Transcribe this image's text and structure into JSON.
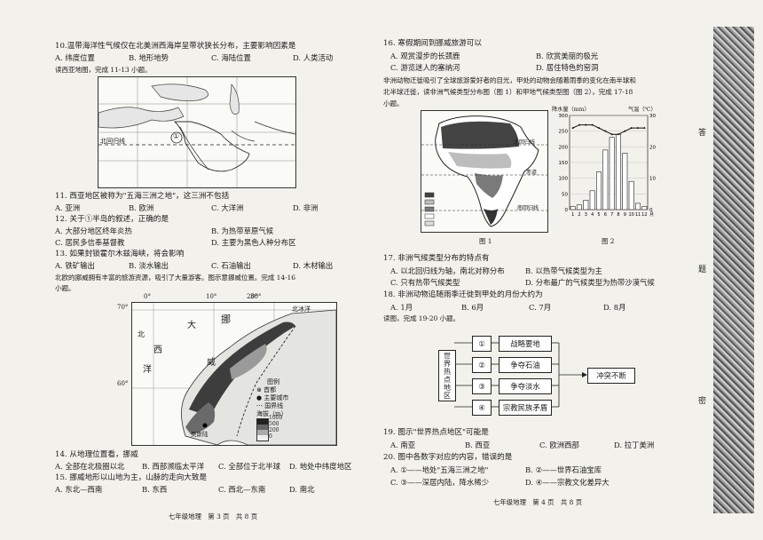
{
  "left": {
    "q10": {
      "stem": "10.温带海洋性气候仅在北美洲西海岸呈带状狭长分布，主要影响因素是",
      "options": [
        "A. 纬度位置",
        "B. 地形地势",
        "C. 海陆位置",
        "D. 人类活动"
      ]
    },
    "intro_11_13": "读西亚地图，完成 11-13 小题。",
    "map1": {
      "tropic_label": "北回归线",
      "marker": "①"
    },
    "q11": {
      "stem": "11. 西亚地区被称为\"五海三洲之地\"，这三洲不包括",
      "options": [
        "A. 亚洲",
        "B. 欧洲",
        "C. 大洋洲",
        "D. 非洲"
      ]
    },
    "q12": {
      "stem": "12. 关于①半岛的叙述，正确的是",
      "options": [
        "A. 大部分地区终年炎热",
        "B. 为热带草原气候",
        "C. 居民多信奉基督教",
        "D. 主要为黑色人种分布区"
      ]
    },
    "q13": {
      "stem": "13. 如果封锁霍尔木兹海峡，将会影响",
      "options": [
        "A. 铁矿输出",
        "B. 淡水输出",
        "C. 石油输出",
        "D. 木材输出"
      ]
    },
    "intro_14_16": {
      "line1": "北欧的挪威拥有丰富的旅游资源，吸引了大量游客。图示意挪威位置。完成 14-16",
      "line2": "小题。"
    },
    "map2": {
      "lon0": "0°",
      "lon10": "10°",
      "lon20": "20°",
      "lon30": "30°",
      "lat70": "70°",
      "lat60": "60°",
      "arctic": "北冰洋",
      "da": "大",
      "xi": "西",
      "yang": "洋",
      "bei": "北",
      "nuo": "挪",
      "wei": "威",
      "capital": "奥斯陆",
      "legend_title": "图例",
      "legend_capital": "首都",
      "legend_city": "主要城市",
      "legend_border": "国界线",
      "elev_title": "海拔（m）",
      "elev": [
        "1000",
        "500",
        "200",
        "0"
      ]
    },
    "q14": {
      "stem": "14. 从地理位置看，挪威",
      "options": [
        "A. 全部在北极圈以北",
        "B. 西部濒临太平洋",
        "C. 全部位于北半球",
        "D. 地处中纬度地区"
      ]
    },
    "q15": {
      "stem": "15. 挪威地形以山地为主，山脉的走向大致是",
      "options": [
        "A. 东北—西南",
        "B. 东西",
        "C. 西北—东南",
        "D. 南北"
      ]
    },
    "footer": "七年级地理　第 3 页　共 8 页"
  },
  "right": {
    "q16": {
      "stem": "16. 寒假期间到挪威旅游可以",
      "options": [
        "A. 观赏漫步的长颈鹿",
        "B. 欣赏美丽的极光",
        "C. 游览迷人的塞纳河",
        "D. 居住特色的窑洞"
      ]
    },
    "intro_17_18": {
      "line1": "非洲动物迁徙吸引了全球旅游爱好者的目光，甲处的动物会随着雨季的变化在南半球和",
      "line2": "北半球迁徙，读非洲气候类型分布图（图 1）和甲地气候类型图（图 2），完成 17-18",
      "line3": "小题。"
    },
    "fig1": {
      "caption": "图 1",
      "tropic_n": "北回归线",
      "equator": "赤道",
      "tropic_s": "南回归线"
    },
    "fig2": {
      "caption": "图 2",
      "y_left_label": "降水量（mm）",
      "y_right_label": "气温（℃）",
      "y_left_ticks": [
        "300",
        "250",
        "200",
        "150",
        "100",
        "50",
        "0"
      ],
      "y_right_ticks": [
        "30",
        "20",
        "10",
        "0"
      ],
      "months": [
        "1",
        "2",
        "3",
        "4",
        "5",
        "6",
        "7",
        "8",
        "9",
        "10",
        "11",
        "12"
      ],
      "x_unit": "月"
    },
    "chart_data": {
      "type": "bar",
      "categories": [
        "1",
        "2",
        "3",
        "4",
        "5",
        "6",
        "7",
        "8",
        "9",
        "10",
        "11",
        "12"
      ],
      "series": [
        {
          "values": [
            10,
            15,
            30,
            60,
            120,
            190,
            230,
            240,
            180,
            90,
            20,
            10
          ]
        },
        {
          "values": [
            26,
            27,
            27,
            27,
            26,
            25,
            24,
            24,
            25,
            26,
            26,
            26
          ]
        }
      ],
      "xlabel": "",
      "ylabel": "降水量（mm）",
      "ylim": [
        0,
        300
      ],
      "y2label": "气温（℃）",
      "y2lim": [
        0,
        30
      ]
    },
    "q17": {
      "stem": "17. 非洲气候类型分布的特点有",
      "options": [
        "A. 以北回归线为轴，南北对称分布",
        "B. 以热带气候类型为主",
        "C. 只有热带气候类型",
        "D. 分布最广的气候类型为热带沙漠气候"
      ]
    },
    "q18": {
      "stem": "18. 非洲动物追随雨季迁徙到甲处的月份大约为",
      "options": [
        "A. 1月",
        "B. 6月",
        "C. 7月",
        "D. 8月"
      ]
    },
    "intro_19_20": "读图，完成 19-20 小题。",
    "flow": {
      "left_label": "世界热点地区",
      "items": [
        {
          "num": "①",
          "text": "战略要地"
        },
        {
          "num": "②",
          "text": "争夺石油"
        },
        {
          "num": "③",
          "text": "争夺淡水"
        },
        {
          "num": "④",
          "text": "宗教民族矛盾"
        }
      ],
      "result": "冲突不断"
    },
    "q19": {
      "stem": "19. 图示\"世界热点地区\"可能是",
      "options": [
        "A. 南亚",
        "B. 西亚",
        "C. 欧洲西部",
        "D. 拉丁美洲"
      ]
    },
    "q20": {
      "stem": "20. 图中各数字对应的内容，错误的是",
      "options": [
        "A. ①——地处\"五海三洲之地\"",
        "B. ②——世界石油宝库",
        "C. ③——深居内陆，降水稀少",
        "D. ④——宗教文化差异大"
      ]
    },
    "footer": "七年级地理　第 4 页　共 8 页"
  },
  "side": {
    "top": "答",
    "mid": "题",
    "bottom": "密"
  }
}
